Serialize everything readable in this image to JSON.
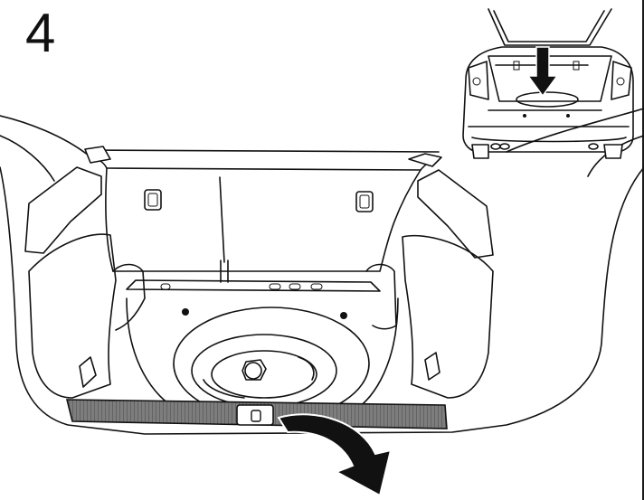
{
  "step": {
    "number": "4"
  },
  "illustration": {
    "subject": "vehicle-trunk-spare-wheel-well",
    "inset_view": "rear-of-vehicle-with-open-tailgate",
    "arrow_color": "#111111",
    "panel_color": "#7d7d7d",
    "line_color": "#111111",
    "background_color": "#ffffff"
  }
}
